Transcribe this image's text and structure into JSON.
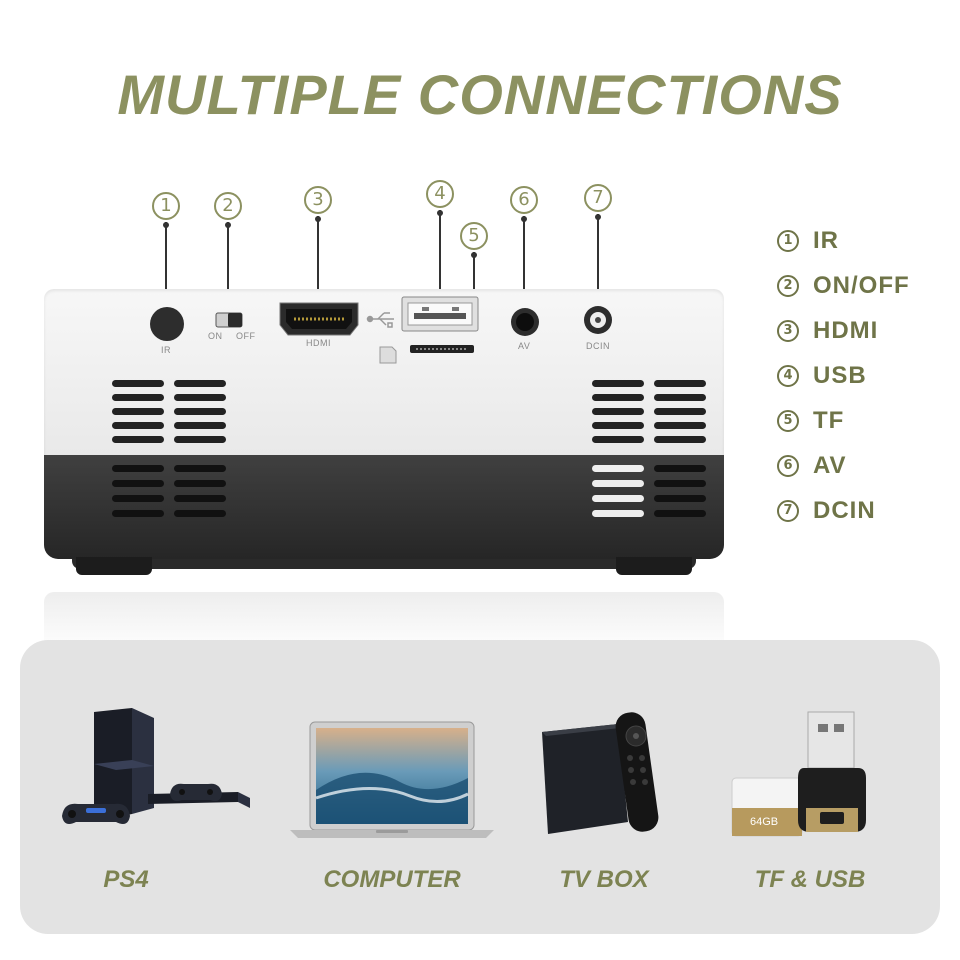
{
  "title": "MULTIPLE CONNECTIONS",
  "colors": {
    "accent": "#8c9160",
    "label": "#7d8352",
    "projector_white": "#f2f2f2",
    "projector_black": "#333333",
    "panel_bg": "#e3e3e3"
  },
  "callouts": [
    "①",
    "②",
    "③",
    "④",
    "⑤",
    "⑥",
    "⑦"
  ],
  "legend": [
    {
      "num": "1",
      "label": "IR"
    },
    {
      "num": "2",
      "label": "ON/OFF"
    },
    {
      "num": "3",
      "label": "HDMI"
    },
    {
      "num": "4",
      "label": "USB"
    },
    {
      "num": "5",
      "label": "TF"
    },
    {
      "num": "6",
      "label": "AV"
    },
    {
      "num": "7",
      "label": "DCIN"
    }
  ],
  "port_labels": {
    "ir": "IR",
    "on": "ON",
    "off": "OFF",
    "hdmi": "HDMI",
    "av": "AV",
    "dcin": "DCIN"
  },
  "devices": [
    {
      "label": "PS4",
      "icon": "ps4-console-icon"
    },
    {
      "label": "COMPUTER",
      "icon": "laptop-icon"
    },
    {
      "label": "TV BOX",
      "icon": "tv-box-icon"
    },
    {
      "label": "TF & USB",
      "icon": "usb-drive-icon"
    }
  ],
  "tf_card_text": "64GB"
}
